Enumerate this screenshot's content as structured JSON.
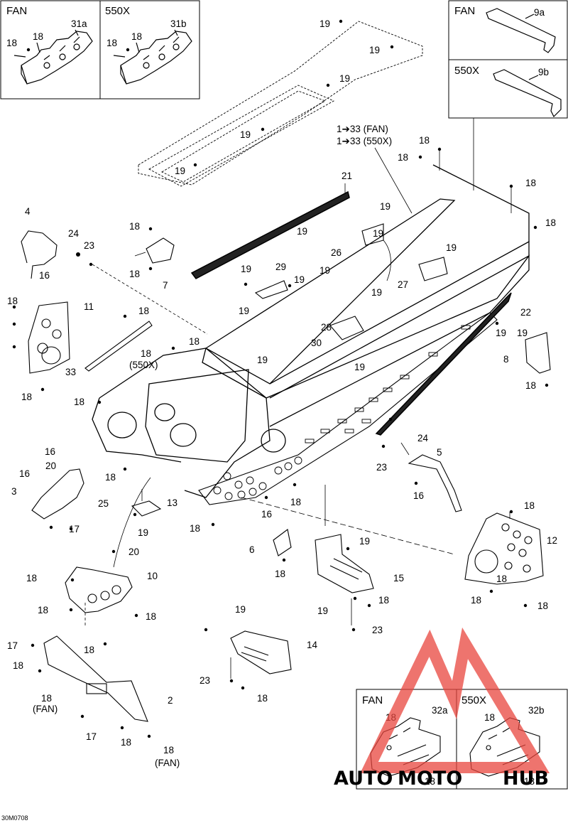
{
  "drawing_id": "30M0708",
  "watermark": {
    "brand_part1": "AUTO",
    "brand_part2": "MOTO",
    "brand_part3": "HUB",
    "color_orange": "#f6a04a",
    "color_gray": "#7a7a7a",
    "color_red": "#e8463e"
  },
  "inset_boxes": {
    "top_left": {
      "fan": {
        "title": "FAN",
        "part": "31a",
        "screw": "18",
        "screw2": "18"
      },
      "x550": {
        "title": "550X",
        "part": "31b",
        "screw": "18",
        "screw2": "18"
      }
    },
    "top_right": {
      "fan": {
        "title": "FAN",
        "part": "9a"
      },
      "x550": {
        "title": "550X",
        "part": "9b"
      }
    },
    "bottom_right": {
      "fan": {
        "title": "FAN",
        "part": "32a",
        "screw": "18",
        "screw_b": "18"
      },
      "x550": {
        "title": "550X",
        "part": "32b",
        "screw": "18",
        "screw_b": "18"
      }
    }
  },
  "callouts": [
    "19",
    "19",
    "19",
    "19",
    "19",
    "19",
    "1➔33 (FAN)",
    "1➔33 (550X)",
    "18",
    "18",
    "18",
    "18",
    "21",
    "19",
    "19",
    "19",
    "4",
    "24",
    "23",
    "16",
    "18",
    "18",
    "7",
    "26",
    "19",
    "27",
    "19",
    "29",
    "19",
    "19",
    "28",
    "30",
    "19",
    "18",
    "11",
    "18",
    "33",
    "18",
    "(550X)",
    "18",
    "19",
    "19",
    "19",
    "22",
    "19",
    "8",
    "18",
    "18",
    "18",
    "18",
    "16",
    "20",
    "16",
    "3",
    "25",
    "17",
    "18",
    "16",
    "18",
    "13",
    "19",
    "24",
    "5",
    "23",
    "16",
    "18",
    "6",
    "18",
    "19",
    "15",
    "19",
    "18",
    "23",
    "18",
    "12",
    "18",
    "18",
    "20",
    "18",
    "10",
    "18",
    "18",
    "18",
    "19",
    "14",
    "23",
    "18",
    "17",
    "18",
    "18",
    "(FAN)",
    "2",
    "17",
    "18",
    "18",
    "(FAN)"
  ]
}
